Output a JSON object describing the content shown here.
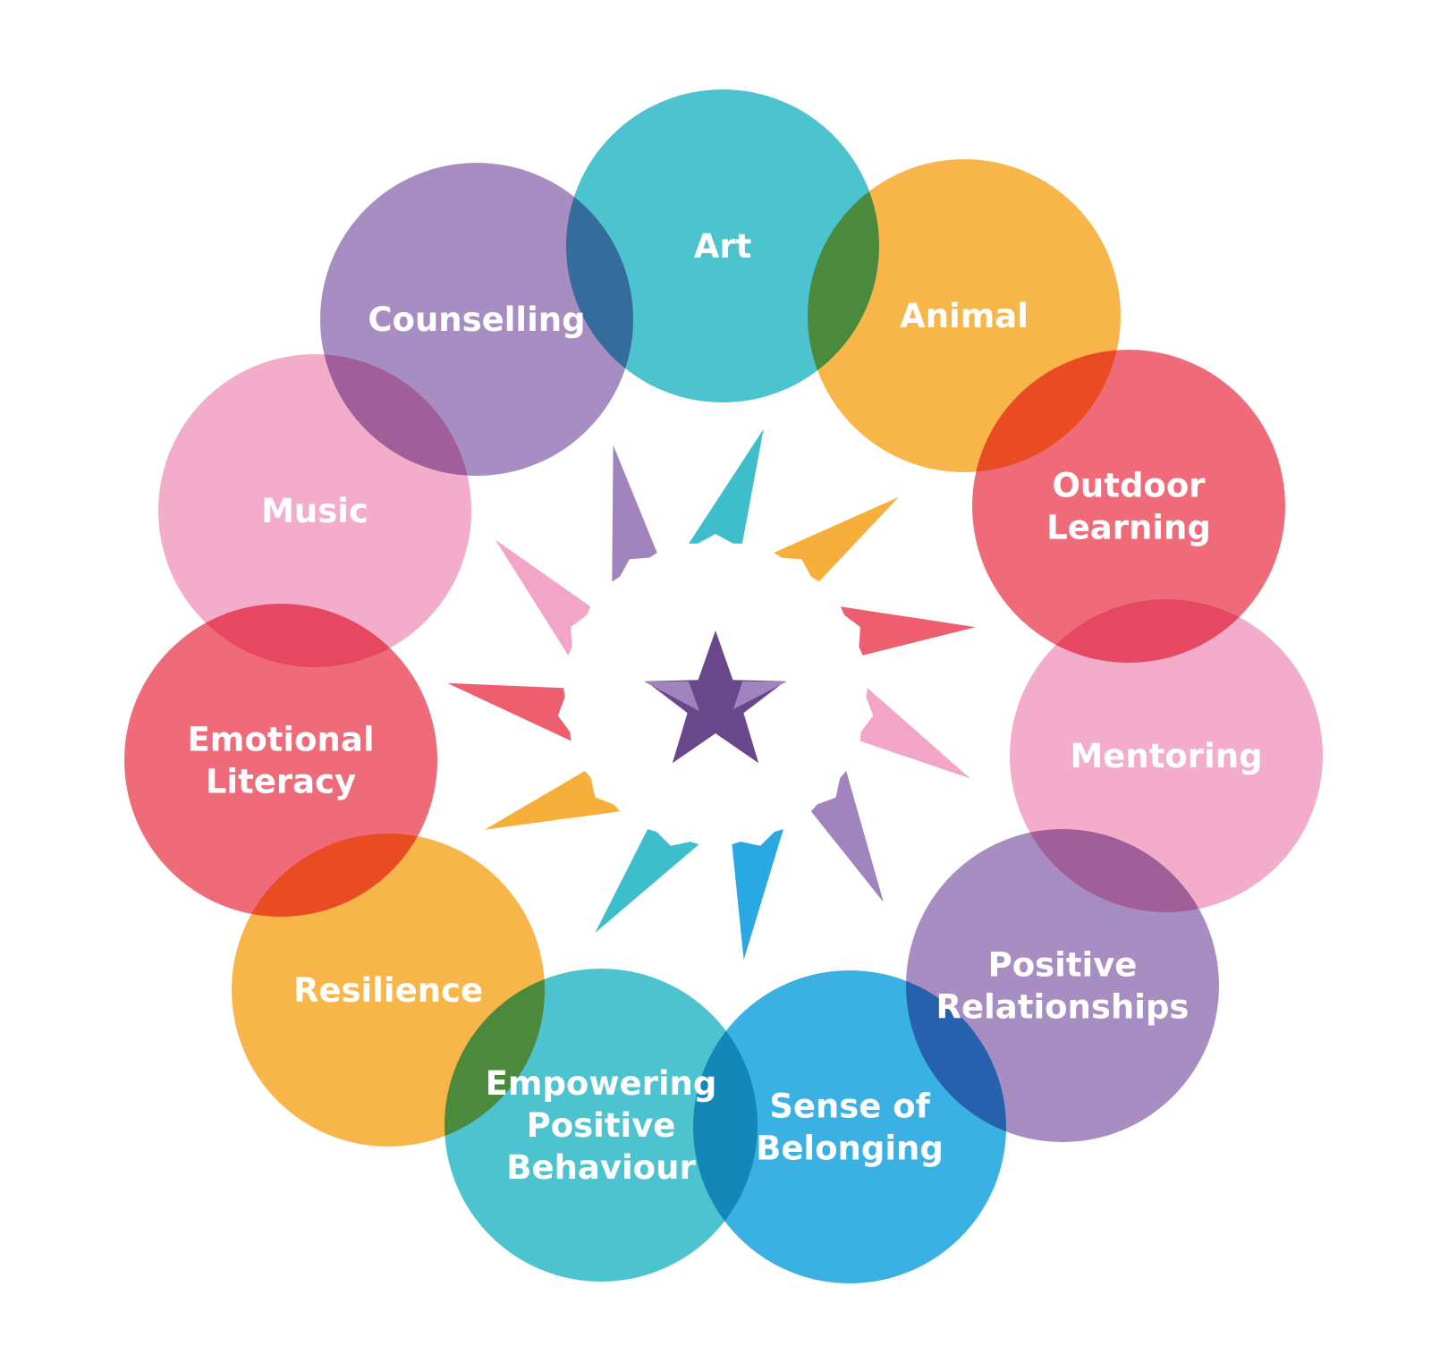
{
  "colors": {
    "teal": "#3EBECB",
    "orange": "#F7AF3B",
    "red": "#EF5E6E",
    "pink": "#F3A5C7",
    "purple": "#A183BD",
    "blue": "#29A9E1",
    "deep_purple": "#6A468C",
    "background": "#FFFFFF"
  },
  "center_icon": "star-icon",
  "bubbles": [
    {
      "id": "art",
      "lines": [
        "Art"
      ],
      "color": "teal"
    },
    {
      "id": "animal",
      "lines": [
        "Animal"
      ],
      "color": "orange"
    },
    {
      "id": "outdoor-learning",
      "lines": [
        "Outdoor",
        "Learning"
      ],
      "color": "red"
    },
    {
      "id": "mentoring",
      "lines": [
        "Mentoring"
      ],
      "color": "pink"
    },
    {
      "id": "positive-relationships",
      "lines": [
        "Positive",
        "Relationships"
      ],
      "color": "purple"
    },
    {
      "id": "sense-of-belonging",
      "lines": [
        "Sense of",
        "Belonging"
      ],
      "color": "blue"
    },
    {
      "id": "empowering-positive-behaviour",
      "lines": [
        "Empowering",
        "Positive",
        "Behaviour"
      ],
      "color": "teal"
    },
    {
      "id": "resilience",
      "lines": [
        "Resilience"
      ],
      "color": "orange"
    },
    {
      "id": "emotional-literacy",
      "lines": [
        "Emotional",
        "Literacy"
      ],
      "color": "red"
    },
    {
      "id": "music",
      "lines": [
        "Music"
      ],
      "color": "pink"
    },
    {
      "id": "counselling",
      "lines": [
        "Counselling"
      ],
      "color": "purple"
    }
  ],
  "star_points": [
    {
      "color": "teal"
    },
    {
      "color": "orange"
    },
    {
      "color": "red"
    },
    {
      "color": "pink"
    },
    {
      "color": "purple"
    },
    {
      "color": "blue"
    },
    {
      "color": "teal"
    },
    {
      "color": "orange"
    },
    {
      "color": "red"
    },
    {
      "color": "pink"
    },
    {
      "color": "purple"
    }
  ]
}
